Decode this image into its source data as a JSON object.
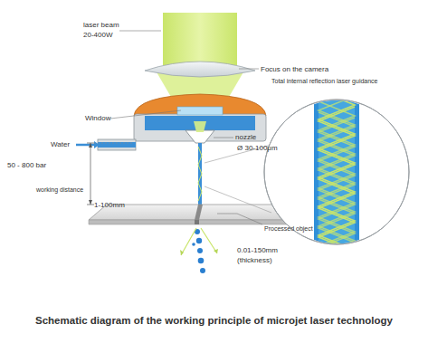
{
  "diagram": {
    "caption": "Schematic diagram of the working principle of microjet laser technology",
    "labels": [
      "laser beam",
      "20-400W",
      "Focus on the camera",
      "Total internal reflection laser guidance",
      "Window",
      "Water",
      "50 - 800 bar",
      "nozzle",
      "Ø 30-100μm",
      "working distance",
      "1-100mm",
      "Processed object",
      "0.01-150mm",
      "(thickness)"
    ]
  }
}
